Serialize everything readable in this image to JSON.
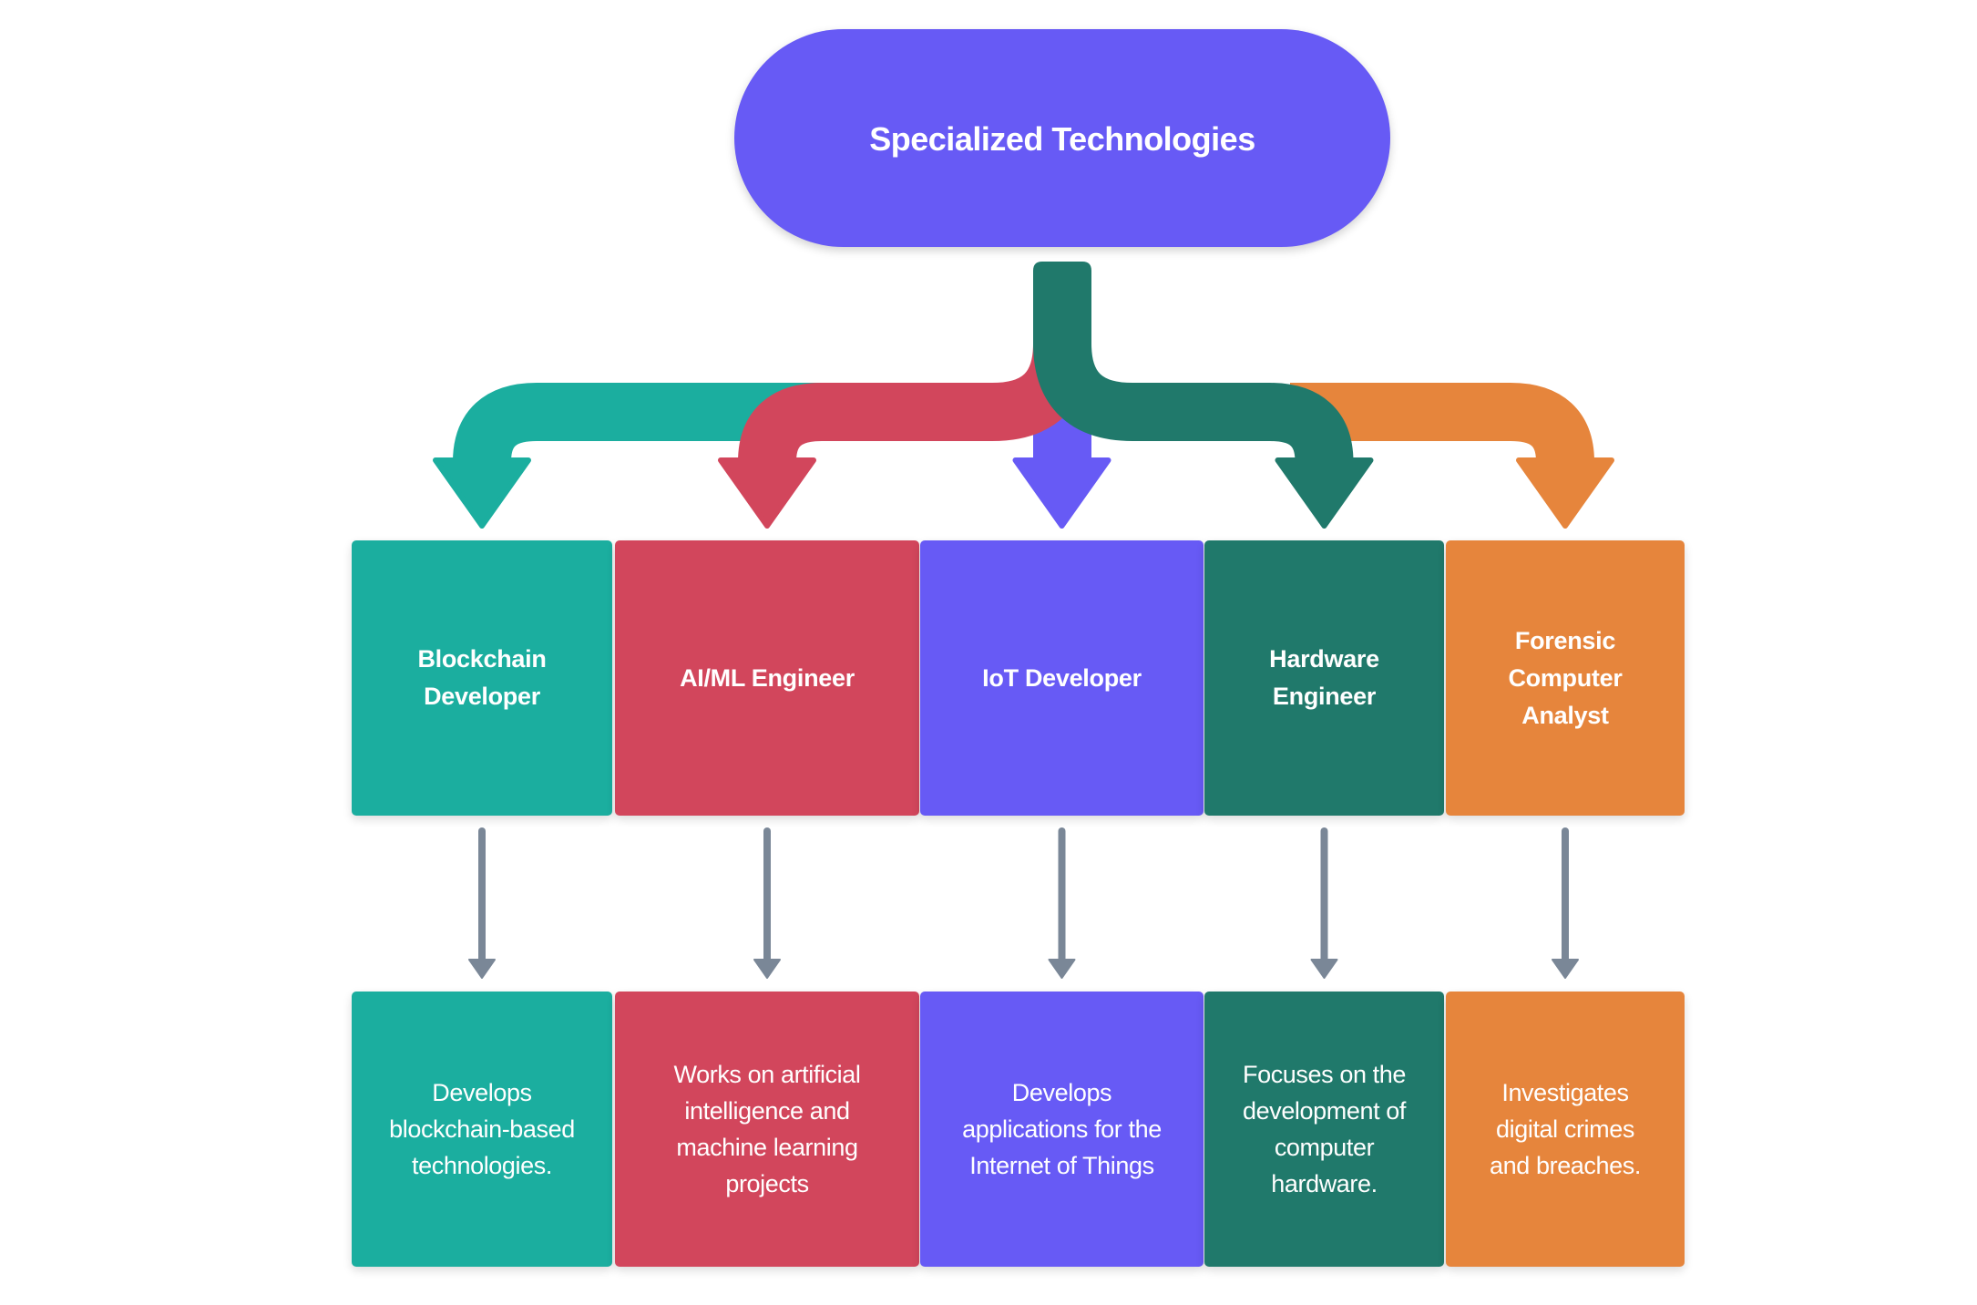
{
  "root": {
    "title": "Specialized Technologies",
    "color": "#675AF5"
  },
  "roles": [
    {
      "title": "Blockchain\nDeveloper",
      "description": "Develops\nblockchain-based\ntechnologies.",
      "color": "#1BAE9F"
    },
    {
      "title": "AI/ML Engineer",
      "description": "Works on artificial\nintelligence and\nmachine learning\nprojects",
      "color": "#D2465C"
    },
    {
      "title": "IoT Developer",
      "description": "Develops\napplications for the\nInternet of Things",
      "color": "#675AF5"
    },
    {
      "title": "Hardware\nEngineer",
      "description": "Focuses on the\ndevelopment of\ncomputer\nhardware.",
      "color": "#20796B"
    },
    {
      "title": "Forensic\nComputer\nAnalyst",
      "description": "Investigates\ndigital crimes\nand breaches.",
      "color": "#E6853C"
    }
  ],
  "connector_color": "#7A8797"
}
